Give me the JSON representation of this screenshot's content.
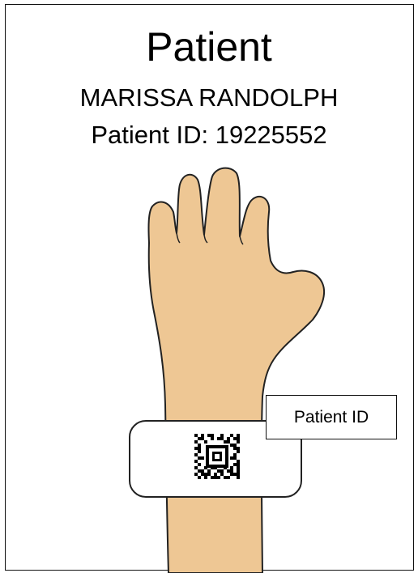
{
  "card": {
    "title": "Patient",
    "patient_name": "MARISSA RANDOLPH",
    "patient_id_line": "Patient ID: 19225552"
  },
  "callout": {
    "label": "Patient ID"
  },
  "colors": {
    "skin": "#EEC794",
    "outline": "#222222",
    "band": "#FFFFFF",
    "barcode": "#000000"
  },
  "icons": {
    "hand": "raised-hand-icon",
    "wristband": "wristband-icon",
    "barcode": "2d-barcode-icon"
  }
}
